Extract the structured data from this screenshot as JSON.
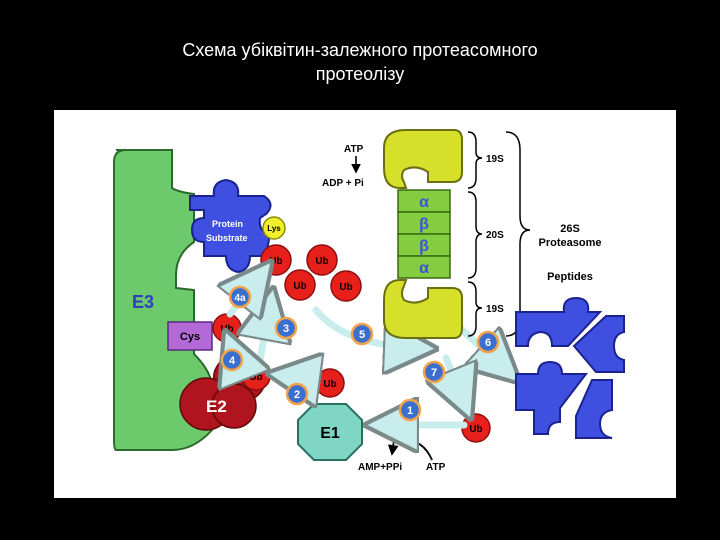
{
  "title_line1": "Схема убіквітин-залежного протеасомного",
  "title_line2": "протеолізу",
  "labels": {
    "atp_top": "ATP",
    "adp_pi": "ADP + Pi",
    "alpha": "α",
    "beta": "β",
    "sub19s_top": "19S",
    "sub20s": "20S",
    "sub19s_bottom": "19S",
    "proteasome_26s": "26S",
    "proteasome_word": "Proteasome",
    "peptides": "Peptides",
    "protein": "Protein",
    "substrate": "Substrate",
    "lys": "Lys",
    "ub": "Ub",
    "e3": "E3",
    "e2": "E2",
    "e1": "E1",
    "cys": "Cys",
    "amp_ppi": "AMP+PPi",
    "atp_bottom": "ATP"
  },
  "steps": [
    "1",
    "2",
    "3",
    "4",
    "4a",
    "5",
    "6",
    "7"
  ],
  "colors": {
    "e3": "#6cc96c",
    "substrate": "#3f4fe0",
    "ubiquitin": "#e8201c",
    "e2": "#b0141e",
    "e1": "#7fd6c4",
    "cys": "#b46ad6",
    "lys": "#f2ef2a",
    "proteasome_cap": "#d6e02a",
    "proteasome_core": "#84cc40",
    "step_badge": "#3a6fd0",
    "step_ring": "#f2a24a",
    "arrow": "#c9ecec"
  }
}
